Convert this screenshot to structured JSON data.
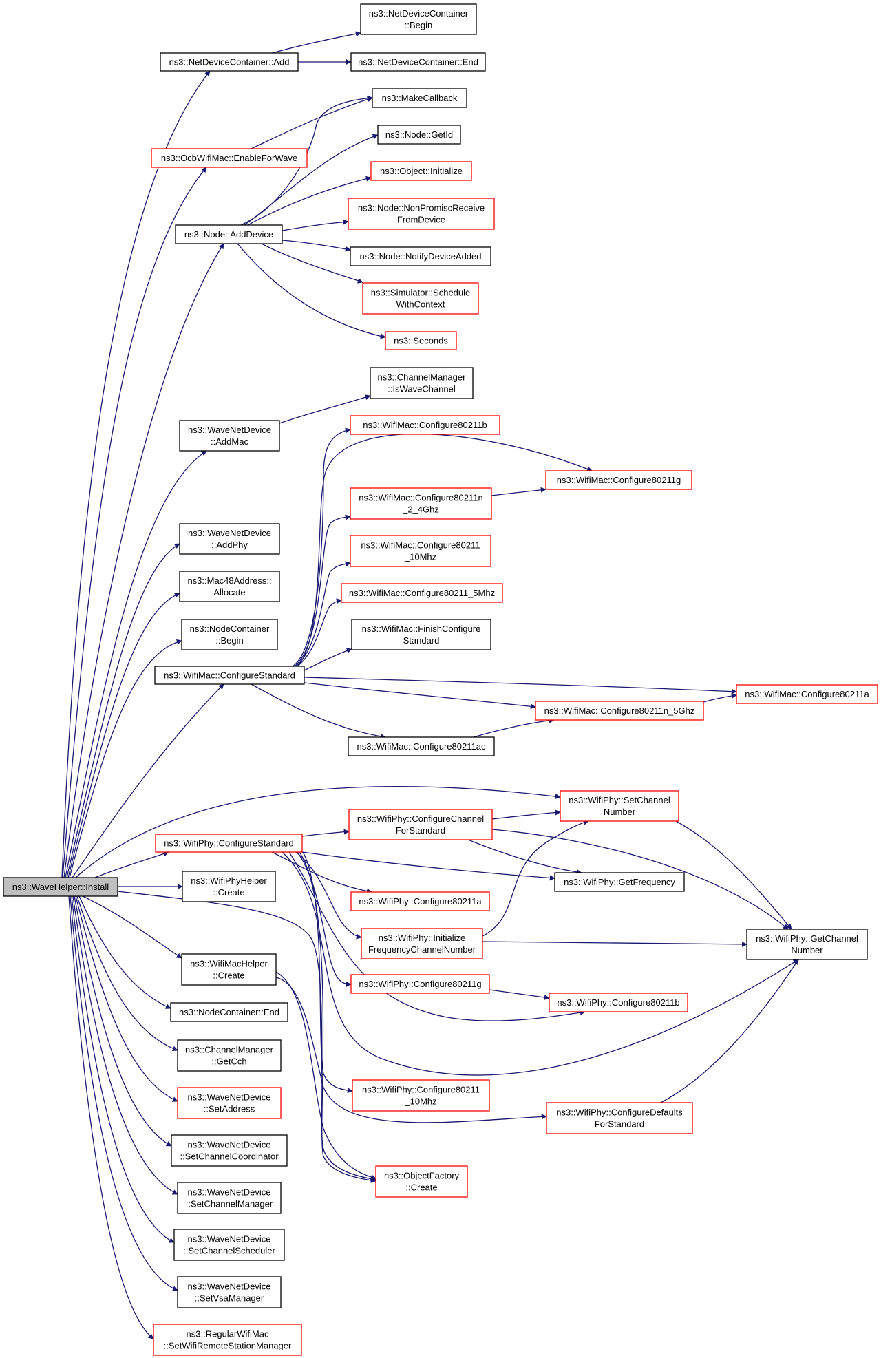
{
  "diagram": {
    "colors": {
      "edge": "#191970",
      "normal_border": "#000000",
      "red_border": "#ff0000",
      "root_fill": "#bfbfbf",
      "node_fill": "#ffffff"
    },
    "nodes": [
      {
        "id": "install",
        "lines": [
          "ns3::WaveHelper::Install"
        ],
        "style": "root"
      },
      {
        "id": "ndc_add",
        "lines": [
          "ns3::NetDeviceContainer::Add"
        ],
        "style": "normal"
      },
      {
        "id": "ndc_begin",
        "lines": [
          "ns3::NetDeviceContainer",
          "::Begin"
        ],
        "style": "normal"
      },
      {
        "id": "ndc_end",
        "lines": [
          "ns3::NetDeviceContainer::End"
        ],
        "style": "normal"
      },
      {
        "id": "makecallback",
        "lines": [
          "ns3::MakeCallback"
        ],
        "style": "normal"
      },
      {
        "id": "ocb_enable",
        "lines": [
          "ns3::OcbWifiMac::EnableForWave"
        ],
        "style": "red"
      },
      {
        "id": "node_getid",
        "lines": [
          "ns3::Node::GetId"
        ],
        "style": "normal"
      },
      {
        "id": "obj_init",
        "lines": [
          "ns3::Object::Initialize"
        ],
        "style": "red"
      },
      {
        "id": "node_adddevice",
        "lines": [
          "ns3::Node::AddDevice"
        ],
        "style": "normal"
      },
      {
        "id": "node_nonpromisc",
        "lines": [
          "ns3::Node::NonPromiscReceive",
          "FromDevice"
        ],
        "style": "red"
      },
      {
        "id": "node_notify",
        "lines": [
          "ns3::Node::NotifyDeviceAdded"
        ],
        "style": "normal"
      },
      {
        "id": "sim_schedule",
        "lines": [
          "ns3::Simulator::Schedule",
          "WithContext"
        ],
        "style": "red"
      },
      {
        "id": "seconds",
        "lines": [
          "ns3::Seconds"
        ],
        "style": "red"
      },
      {
        "id": "cm_iswave",
        "lines": [
          "ns3::ChannelManager",
          "::IsWaveChannel"
        ],
        "style": "normal"
      },
      {
        "id": "wnd_addmac",
        "lines": [
          "ns3::WaveNetDevice",
          "::AddMac"
        ],
        "style": "normal"
      },
      {
        "id": "wm_80211b",
        "lines": [
          "ns3::WifiMac::Configure80211b"
        ],
        "style": "red"
      },
      {
        "id": "wm_80211g",
        "lines": [
          "ns3::WifiMac::Configure80211g"
        ],
        "style": "red"
      },
      {
        "id": "wm_80211n24",
        "lines": [
          "ns3::WifiMac::Configure80211n",
          "_2_4Ghz"
        ],
        "style": "red"
      },
      {
        "id": "wnd_addphy",
        "lines": [
          "ns3::WaveNetDevice",
          "::AddPhy"
        ],
        "style": "normal"
      },
      {
        "id": "wm_80211_10",
        "lines": [
          "ns3::WifiMac::Configure80211",
          "_10Mhz"
        ],
        "style": "red"
      },
      {
        "id": "mac48_alloc",
        "lines": [
          "ns3::Mac48Address::",
          "Allocate"
        ],
        "style": "normal"
      },
      {
        "id": "wm_80211_5",
        "lines": [
          "ns3::WifiMac::Configure80211_5Mhz"
        ],
        "style": "red"
      },
      {
        "id": "nc_begin",
        "lines": [
          "ns3::NodeContainer",
          "::Begin"
        ],
        "style": "normal"
      },
      {
        "id": "wm_finish",
        "lines": [
          "ns3::WifiMac::FinishConfigure",
          "Standard"
        ],
        "style": "normal"
      },
      {
        "id": "wm_cfgstd",
        "lines": [
          "ns3::WifiMac::ConfigureStandard"
        ],
        "style": "normal"
      },
      {
        "id": "wm_80211a",
        "lines": [
          "ns3::WifiMac::Configure80211a"
        ],
        "style": "red"
      },
      {
        "id": "wm_80211n5",
        "lines": [
          "ns3::WifiMac::Configure80211n_5Ghz"
        ],
        "style": "red"
      },
      {
        "id": "wm_80211ac",
        "lines": [
          "ns3::WifiMac::Configure80211ac"
        ],
        "style": "normal"
      },
      {
        "id": "wp_setch",
        "lines": [
          "ns3::WifiPhy::SetChannel",
          "Number"
        ],
        "style": "red"
      },
      {
        "id": "wp_cfgchstd",
        "lines": [
          "ns3::WifiPhy::ConfigureChannel",
          "ForStandard"
        ],
        "style": "red"
      },
      {
        "id": "wp_cfgstd",
        "lines": [
          "ns3::WifiPhy::ConfigureStandard"
        ],
        "style": "red"
      },
      {
        "id": "wph_create",
        "lines": [
          "ns3::WifiPhyHelper",
          "::Create"
        ],
        "style": "normal"
      },
      {
        "id": "wp_getfreq",
        "lines": [
          "ns3::WifiPhy::GetFrequency"
        ],
        "style": "normal"
      },
      {
        "id": "wp_80211a",
        "lines": [
          "ns3::WifiPhy::Configure80211a"
        ],
        "style": "red"
      },
      {
        "id": "wp_initfreq",
        "lines": [
          "ns3::WifiPhy::Initialize",
          "FrequencyChannelNumber"
        ],
        "style": "red"
      },
      {
        "id": "wp_getch",
        "lines": [
          "ns3::WifiPhy::GetChannel",
          "Number"
        ],
        "style": "normal"
      },
      {
        "id": "wmh_create",
        "lines": [
          "ns3::WifiMacHelper",
          "::Create"
        ],
        "style": "normal"
      },
      {
        "id": "wp_80211g",
        "lines": [
          "ns3::WifiPhy::Configure80211g"
        ],
        "style": "red"
      },
      {
        "id": "wp_80211b",
        "lines": [
          "ns3::WifiPhy::Configure80211b"
        ],
        "style": "red"
      },
      {
        "id": "nc_end",
        "lines": [
          "ns3::NodeContainer::End"
        ],
        "style": "normal"
      },
      {
        "id": "cm_getcch",
        "lines": [
          "ns3::ChannelManager",
          "::GetCch"
        ],
        "style": "normal"
      },
      {
        "id": "wnd_setaddr",
        "lines": [
          "ns3::WaveNetDevice",
          "::SetAddress"
        ],
        "style": "red"
      },
      {
        "id": "wp_80211_10",
        "lines": [
          "ns3::WifiPhy::Configure80211",
          "_10Mhz"
        ],
        "style": "red"
      },
      {
        "id": "wp_cfgdef",
        "lines": [
          "ns3::WifiPhy::ConfigureDefaults",
          "ForStandard"
        ],
        "style": "red"
      },
      {
        "id": "wnd_setchcoord",
        "lines": [
          "ns3::WaveNetDevice",
          "::SetChannelCoordinator"
        ],
        "style": "normal"
      },
      {
        "id": "of_create",
        "lines": [
          "ns3::ObjectFactory",
          "::Create"
        ],
        "style": "red"
      },
      {
        "id": "wnd_setchmgr",
        "lines": [
          "ns3::WaveNetDevice",
          "::SetChannelManager"
        ],
        "style": "normal"
      },
      {
        "id": "wnd_setchsched",
        "lines": [
          "ns3::WaveNetDevice",
          "::SetChannelScheduler"
        ],
        "style": "normal"
      },
      {
        "id": "wnd_setvsa",
        "lines": [
          "ns3::WaveNetDevice",
          "::SetVsaManager"
        ],
        "style": "normal"
      },
      {
        "id": "rwm_setrsm",
        "lines": [
          "ns3::RegularWifiMac",
          "::SetWifiRemoteStationManager"
        ],
        "style": "red"
      }
    ],
    "edges": [
      {
        "from": "install",
        "to": "ndc_add"
      },
      {
        "from": "ndc_add",
        "to": "ndc_begin"
      },
      {
        "from": "ndc_add",
        "to": "ndc_end"
      },
      {
        "from": "install",
        "to": "ocb_enable"
      },
      {
        "from": "ocb_enable",
        "to": "makecallback"
      },
      {
        "from": "install",
        "to": "node_adddevice"
      },
      {
        "from": "node_adddevice",
        "to": "makecallback"
      },
      {
        "from": "node_adddevice",
        "to": "node_getid"
      },
      {
        "from": "node_adddevice",
        "to": "obj_init"
      },
      {
        "from": "node_adddevice",
        "to": "node_nonpromisc"
      },
      {
        "from": "node_adddevice",
        "to": "node_notify"
      },
      {
        "from": "node_adddevice",
        "to": "sim_schedule"
      },
      {
        "from": "node_adddevice",
        "to": "seconds"
      },
      {
        "from": "install",
        "to": "wnd_addmac"
      },
      {
        "from": "wnd_addmac",
        "to": "cm_iswave"
      },
      {
        "from": "install",
        "to": "wnd_addphy"
      },
      {
        "from": "install",
        "to": "mac48_alloc"
      },
      {
        "from": "install",
        "to": "nc_begin"
      },
      {
        "from": "install",
        "to": "wm_cfgstd"
      },
      {
        "from": "wm_cfgstd",
        "to": "wm_80211b"
      },
      {
        "from": "wm_cfgstd",
        "to": "wm_80211g"
      },
      {
        "from": "wm_cfgstd",
        "to": "wm_80211n24"
      },
      {
        "from": "wm_80211n24",
        "to": "wm_80211g"
      },
      {
        "from": "wm_cfgstd",
        "to": "wm_80211_10"
      },
      {
        "from": "wm_cfgstd",
        "to": "wm_80211_5"
      },
      {
        "from": "wm_cfgstd",
        "to": "wm_finish"
      },
      {
        "from": "wm_cfgstd",
        "to": "wm_80211a"
      },
      {
        "from": "wm_cfgstd",
        "to": "wm_80211n5"
      },
      {
        "from": "wm_80211n5",
        "to": "wm_80211a"
      },
      {
        "from": "wm_cfgstd",
        "to": "wm_80211ac"
      },
      {
        "from": "wm_80211ac",
        "to": "wm_80211n5"
      },
      {
        "from": "install",
        "to": "wp_setch"
      },
      {
        "from": "install",
        "to": "wp_cfgstd"
      },
      {
        "from": "wp_cfgstd",
        "to": "wp_cfgchstd"
      },
      {
        "from": "wp_cfgchstd",
        "to": "wp_setch"
      },
      {
        "from": "wp_cfgchstd",
        "to": "wp_getfreq"
      },
      {
        "from": "wp_cfgchstd",
        "to": "wp_getch"
      },
      {
        "from": "wp_setch",
        "to": "wp_getch"
      },
      {
        "from": "wp_cfgstd",
        "to": "wp_getfreq"
      },
      {
        "from": "wp_cfgstd",
        "to": "wp_80211a"
      },
      {
        "from": "wp_cfgstd",
        "to": "wp_initfreq"
      },
      {
        "from": "wp_initfreq",
        "to": "wp_setch"
      },
      {
        "from": "wp_initfreq",
        "to": "wp_getch"
      },
      {
        "from": "wp_cfgstd",
        "to": "wp_80211g"
      },
      {
        "from": "wp_80211g",
        "to": "wp_80211b"
      },
      {
        "from": "wp_cfgstd",
        "to": "wp_80211b"
      },
      {
        "from": "wp_cfgstd",
        "to": "wp_getch"
      },
      {
        "from": "wp_cfgstd",
        "to": "wp_80211_10"
      },
      {
        "from": "wp_cfgstd",
        "to": "of_create"
      },
      {
        "from": "wp_cfgdef",
        "to": "wp_getch"
      },
      {
        "from": "install",
        "to": "wph_create"
      },
      {
        "from": "install",
        "to": "wmh_create"
      },
      {
        "from": "wmh_create",
        "to": "wp_cfgdef"
      },
      {
        "from": "wmh_create",
        "to": "of_create"
      },
      {
        "from": "install",
        "to": "of_create"
      },
      {
        "from": "install",
        "to": "nc_end"
      },
      {
        "from": "install",
        "to": "cm_getcch"
      },
      {
        "from": "install",
        "to": "wnd_setaddr"
      },
      {
        "from": "install",
        "to": "wnd_setchcoord"
      },
      {
        "from": "install",
        "to": "wnd_setchmgr"
      },
      {
        "from": "install",
        "to": "wnd_setchsched"
      },
      {
        "from": "install",
        "to": "wnd_setvsa"
      },
      {
        "from": "install",
        "to": "rwm_setrsm"
      }
    ]
  }
}
